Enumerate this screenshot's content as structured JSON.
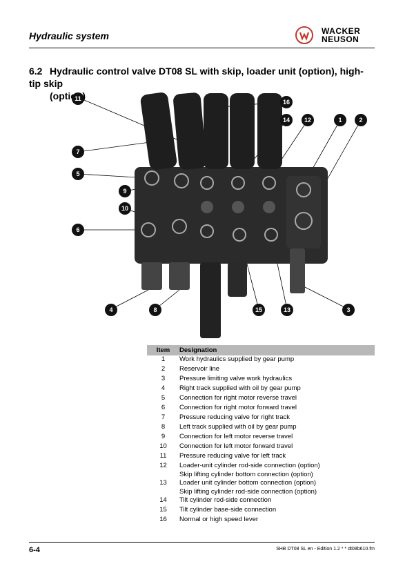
{
  "header": {
    "title": "Hydraulic system",
    "logo_text": [
      "WACKER",
      "NEUSON"
    ]
  },
  "section": {
    "number": "6.2",
    "title_line1": "Hydraulic control valve DT08 SL with skip, loader unit (option), high-tip skip",
    "title_line2": "(option)"
  },
  "figure": {
    "callouts": [
      "11",
      "16",
      "14",
      "12",
      "1",
      "2",
      "7",
      "5",
      "9",
      "10",
      "6",
      "4",
      "8",
      "15",
      "13",
      "3"
    ]
  },
  "table": {
    "headers": [
      "Item",
      "Designation"
    ],
    "rows": [
      {
        "item": "1",
        "designation": "Work hydraulics supplied by gear pump"
      },
      {
        "item": "2",
        "designation": "Reservoir line"
      },
      {
        "item": "3",
        "designation": "Pressure limiting valve work hydraulics"
      },
      {
        "item": "4",
        "designation": "Right track supplied with oil by gear pump"
      },
      {
        "item": "5",
        "designation": "Connection for right motor reverse travel"
      },
      {
        "item": "6",
        "designation": "Connection for right motor forward travel"
      },
      {
        "item": "7",
        "designation": "Pressure reducing valve for right track"
      },
      {
        "item": "8",
        "designation": "Left track supplied with oil by gear pump"
      },
      {
        "item": "9",
        "designation": "Connection for left motor reverse travel"
      },
      {
        "item": "10",
        "designation": "Connection for left motor forward travel"
      },
      {
        "item": "11",
        "designation": "Pressure reducing valve for left track"
      },
      {
        "item": "12",
        "designation": "Loader-unit cylinder rod-side connection (option)",
        "designation2": "Skip lifting cylinder bottom connection (option)"
      },
      {
        "item": "13",
        "designation": "Loader unit cylinder bottom connection (option)",
        "designation2": "Skip lifting cylinder rod-side connection (option)"
      },
      {
        "item": "14",
        "designation": "Tilt cylinder rod-side connection"
      },
      {
        "item": "15",
        "designation": "Tilt cylinder base-side connection"
      },
      {
        "item": "16",
        "designation": "Normal or high speed lever"
      }
    ]
  },
  "footer": {
    "page": "6-4",
    "doc": "SHB DT08 SL en - Edition 1.2 * * dt08b610.fm"
  }
}
